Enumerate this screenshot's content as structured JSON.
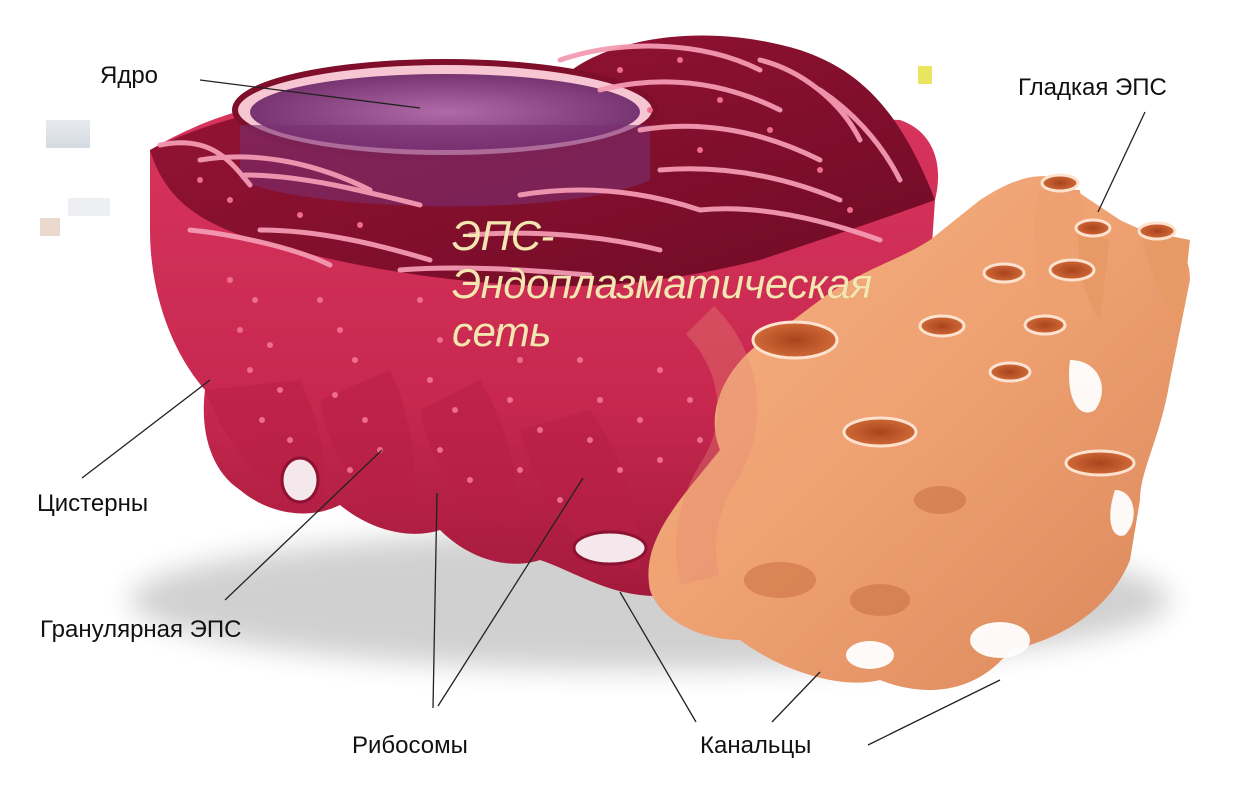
{
  "overlay_title": {
    "line1": "ЭПС-",
    "line2": "Эндоплазматическая",
    "line3": "сеть"
  },
  "labels": {
    "nucleus": "Ядро",
    "smooth_er": "Гладкая ЭПС",
    "cisternae": "Цистерны",
    "granular_er": "Гранулярная ЭПС",
    "ribosomes": "Рибосомы",
    "canals": "Канальцы"
  },
  "colors": {
    "rough_er": "#c8284f",
    "rough_er_dark": "#7e0e2a",
    "smooth_er": "#f0a070",
    "nucleus": "#8a3f86",
    "title_text": "#f3e6b3"
  }
}
